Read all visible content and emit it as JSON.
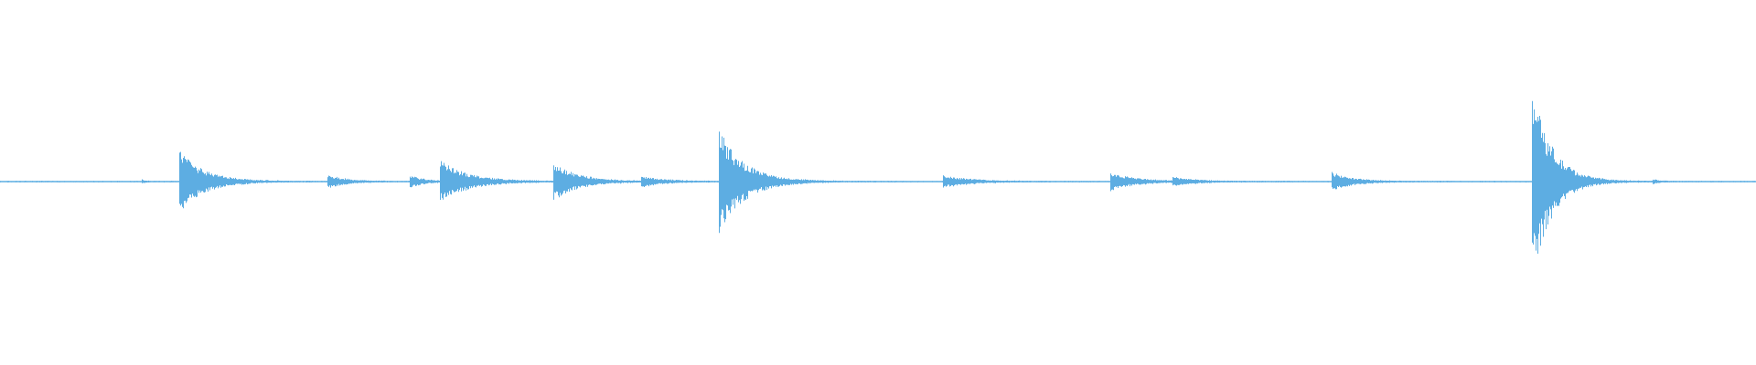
{
  "chart_data": {
    "type": "area",
    "title": "",
    "xlabel": "",
    "ylabel": "",
    "xlim": [
      0,
      1
    ],
    "ylim": [
      -1,
      1
    ],
    "grid": false,
    "legend": "none",
    "color": "#5dade2",
    "events": [
      {
        "t": 0.0805,
        "amp": 0.02,
        "decay": 0.002
      },
      {
        "t": 0.102,
        "amp": 0.3,
        "decay": 0.014
      },
      {
        "t": 0.186,
        "amp": 0.07,
        "decay": 0.01
      },
      {
        "t": 0.233,
        "amp": 0.06,
        "decay": 0.008
      },
      {
        "t": 0.2505,
        "amp": 0.2,
        "decay": 0.016
      },
      {
        "t": 0.315,
        "amp": 0.18,
        "decay": 0.014
      },
      {
        "t": 0.365,
        "amp": 0.05,
        "decay": 0.012
      },
      {
        "t": 0.409,
        "amp": 0.53,
        "decay": 0.014
      },
      {
        "t": 0.5365,
        "amp": 0.06,
        "decay": 0.016
      },
      {
        "t": 0.632,
        "amp": 0.09,
        "decay": 0.014
      },
      {
        "t": 0.6675,
        "amp": 0.04,
        "decay": 0.012
      },
      {
        "t": 0.758,
        "amp": 0.09,
        "decay": 0.012
      },
      {
        "t": 0.872,
        "amp": 1.0,
        "decay": 0.011
      },
      {
        "t": 0.941,
        "amp": 0.02,
        "decay": 0.004
      }
    ],
    "noise_floor": 0.008
  }
}
